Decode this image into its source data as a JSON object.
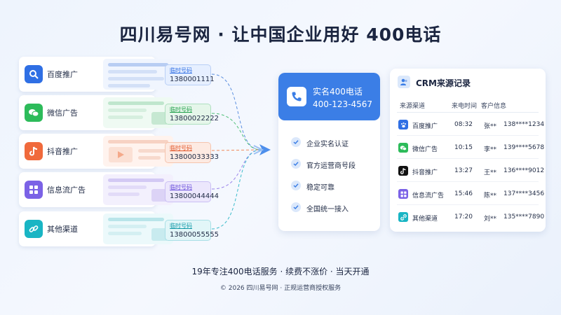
{
  "title": "四川易号网 · 让中国企业用好 400电话",
  "channels": [
    {
      "label": "百度推广",
      "tag_title": "临时号码",
      "number": "1380001111"
    },
    {
      "label": "微信广告",
      "tag_title": "临时号码",
      "number": "13800022222"
    },
    {
      "label": "抖音推广",
      "tag_title": "临时号码",
      "number": "13800033333"
    },
    {
      "label": "信息流广告",
      "tag_title": "临时号码",
      "number": "13800044444"
    },
    {
      "label": "其他渠道",
      "tag_title": "临时号码",
      "number": "13800055555"
    }
  ],
  "center": {
    "line1": "实名400电话",
    "line2": "400-123-4567",
    "features": [
      "企业实名认证",
      "官方运营商号段",
      "稳定可靠",
      "全国统一接入"
    ]
  },
  "crm": {
    "title": "CRM来源记录",
    "headers": [
      "来源渠道",
      "来电时间",
      "客户信息"
    ],
    "rows": [
      {
        "channel": "百度推广",
        "time": "08:32",
        "name": "张**",
        "phone": "138****1234"
      },
      {
        "channel": "微信广告",
        "time": "10:15",
        "name": "李**",
        "phone": "139****5678"
      },
      {
        "channel": "抖音推广",
        "time": "13:27",
        "name": "王**",
        "phone": "136****9012"
      },
      {
        "channel": "信息流广告",
        "time": "15:46",
        "name": "陈**",
        "phone": "137****3456"
      },
      {
        "channel": "其他渠道",
        "time": "17:20",
        "name": "刘**",
        "phone": "135****7890"
      }
    ]
  },
  "footer": {
    "line1": "19年专注400电话服务 · 续费不涨价 · 当天开通",
    "line2": "© 2026 四川易号网 · 正规运营商授权服务"
  },
  "colors": {
    "baidu": "#2f6fe4",
    "wechat": "#2dbb5a",
    "douyin": "#f06a3c",
    "feed": "#7b62e6",
    "other": "#19b5c4",
    "accent": "#3b7ee6"
  }
}
